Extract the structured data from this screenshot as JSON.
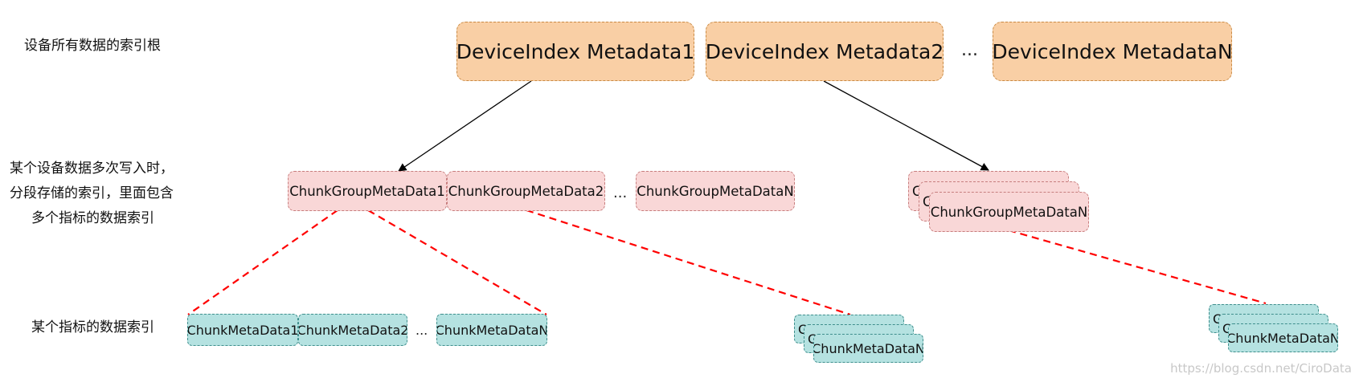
{
  "labels": {
    "root": "设备所有数据的索引根",
    "group_lines": [
      "某个设备数据多次写入时，",
      "分段存储的索引，里面包含",
      "多个指标的数据索引"
    ],
    "chunk": "某个指标的数据索引"
  },
  "device_index": {
    "items": [
      "DeviceIndex Metadata1",
      "DeviceIndex Metadata2",
      "DeviceIndex MetadataN"
    ],
    "ellipsis": "..."
  },
  "chunk_groups": {
    "items": [
      "ChunkGroupMetaData1",
      "ChunkGroupMetaData2",
      "ChunkGroupMetaDataN"
    ],
    "ellipsis": "...",
    "stack_front": "ChunkGroupMetaDataN",
    "stack_back_peek": [
      "C",
      "C"
    ]
  },
  "chunks": {
    "items": [
      "ChunkMetaData1",
      "ChunkMetaData2",
      "ChunkMetaDataN"
    ],
    "ellipsis": "...",
    "stack_front": "ChunkMetaDataN",
    "stack_back_peek": [
      "C",
      "C"
    ]
  },
  "colors": {
    "device_fill": "#f9cfa5",
    "group_fill": "#f9d7d7",
    "chunk_fill": "#b5e2e1",
    "arrow": "#000000",
    "dashed_link": "#ff0000"
  },
  "watermark": "https://blog.csdn.net/CiroData"
}
